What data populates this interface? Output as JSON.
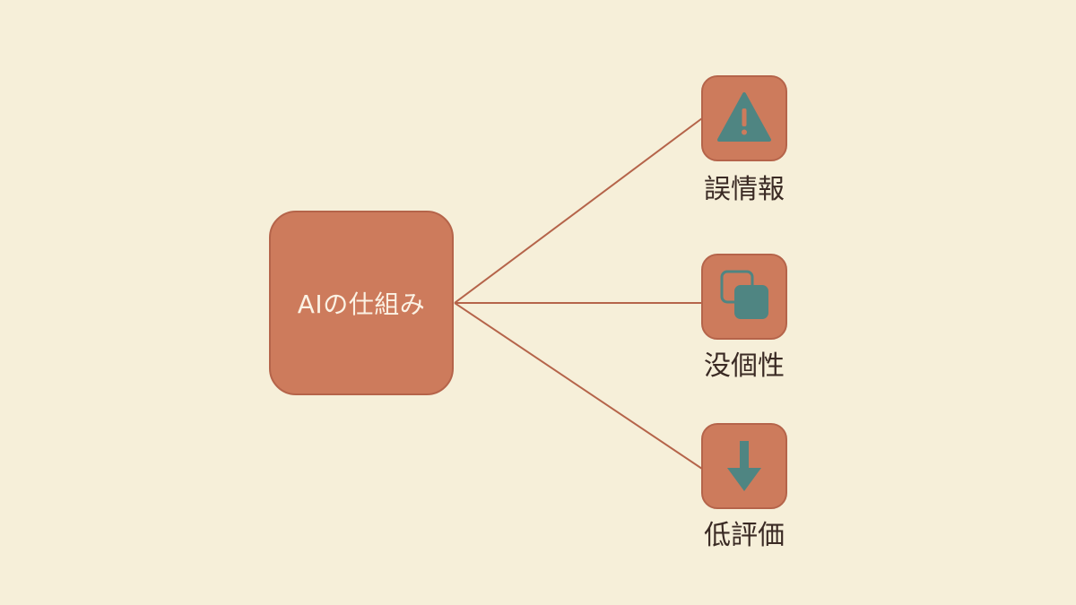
{
  "diagram": {
    "center": {
      "label": "AIの仕組み"
    },
    "outcomes": [
      {
        "label": "誤情報",
        "icon": "warning-icon"
      },
      {
        "label": "没個性",
        "icon": "overlapping-squares-icon"
      },
      {
        "label": "低評価",
        "icon": "arrow-down-icon"
      }
    ]
  },
  "colors": {
    "background": "#f6efd9",
    "node_fill": "#cd7b5c",
    "node_border": "#b5644a",
    "icon_fill": "#4f8582",
    "connector": "#b5644a",
    "label_text": "#3a2a24",
    "hub_text": "#fbf2e4"
  }
}
